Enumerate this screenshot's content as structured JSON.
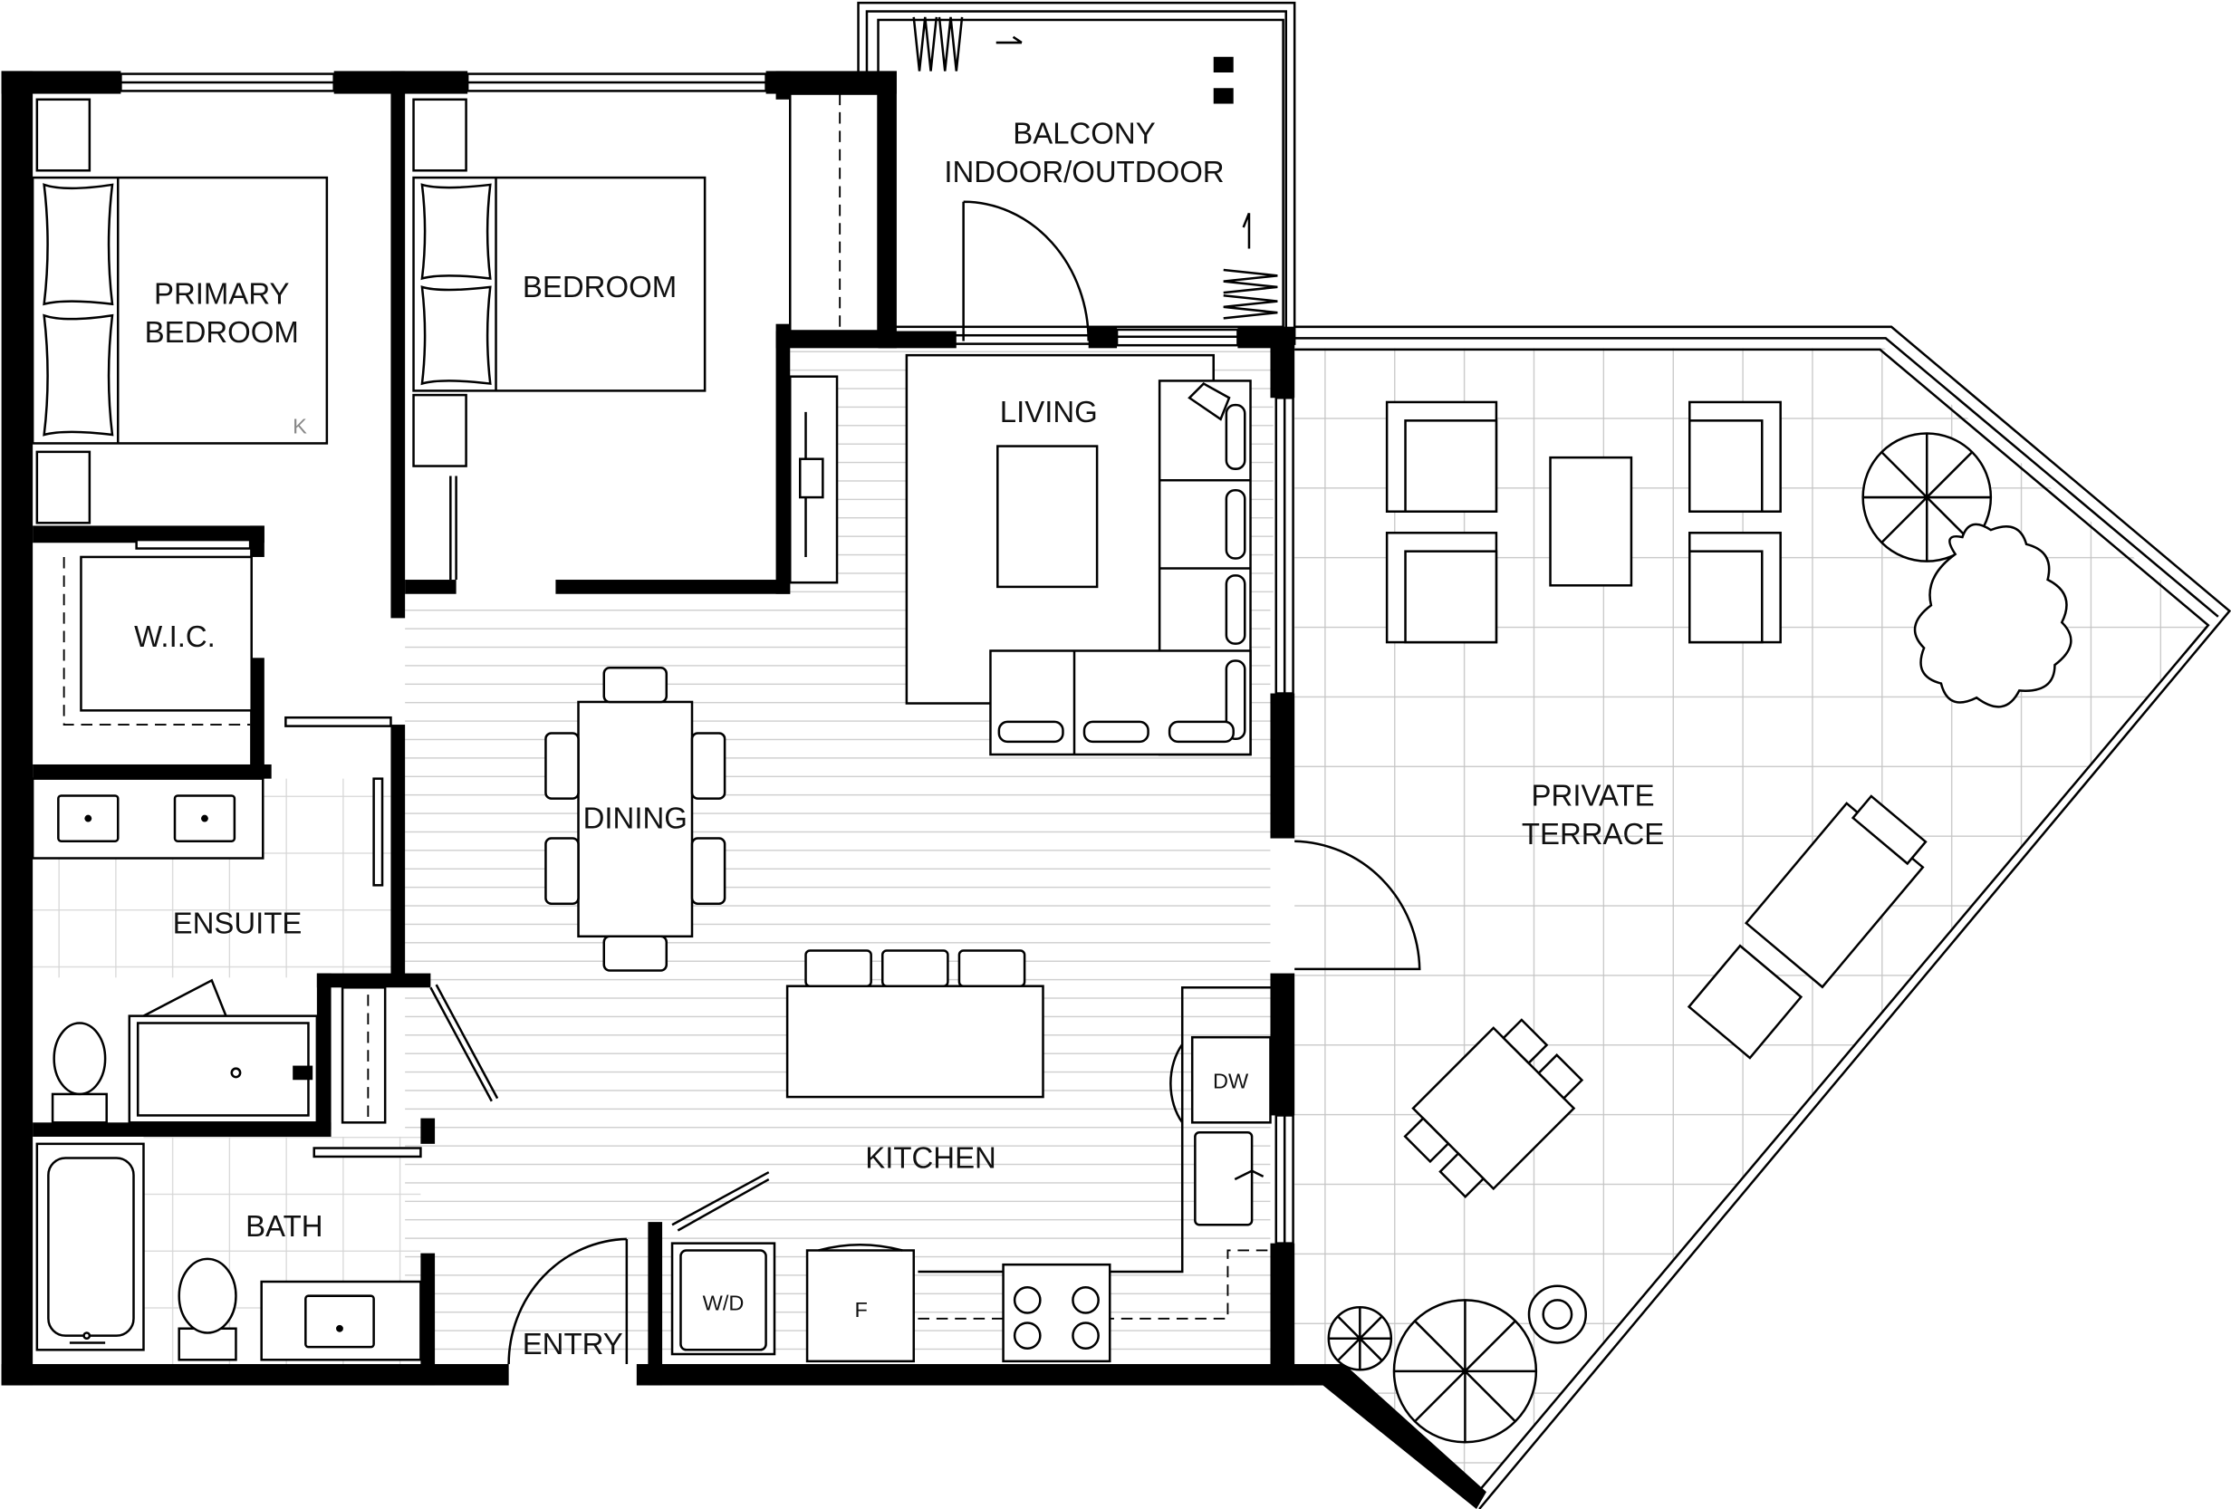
{
  "plan": {
    "rooms": {
      "balcony_line1": "BALCONY",
      "balcony_line2": "INDOOR/OUTDOOR",
      "primary_line1": "PRIMARY",
      "primary_line2": "BEDROOM",
      "primary_bed_mark": "K",
      "bedroom": "BEDROOM",
      "living": "LIVING",
      "wic": "W.I.C.",
      "dining": "DINING",
      "ensuite": "ENSUITE",
      "kitchen": "KITCHEN",
      "bath": "BATH",
      "entry": "ENTRY",
      "terrace_line1": "PRIVATE",
      "terrace_line2": "TERRACE"
    },
    "appliances": {
      "dishwasher": "DW",
      "washer_dryer": "W/D",
      "fridge": "F"
    }
  }
}
